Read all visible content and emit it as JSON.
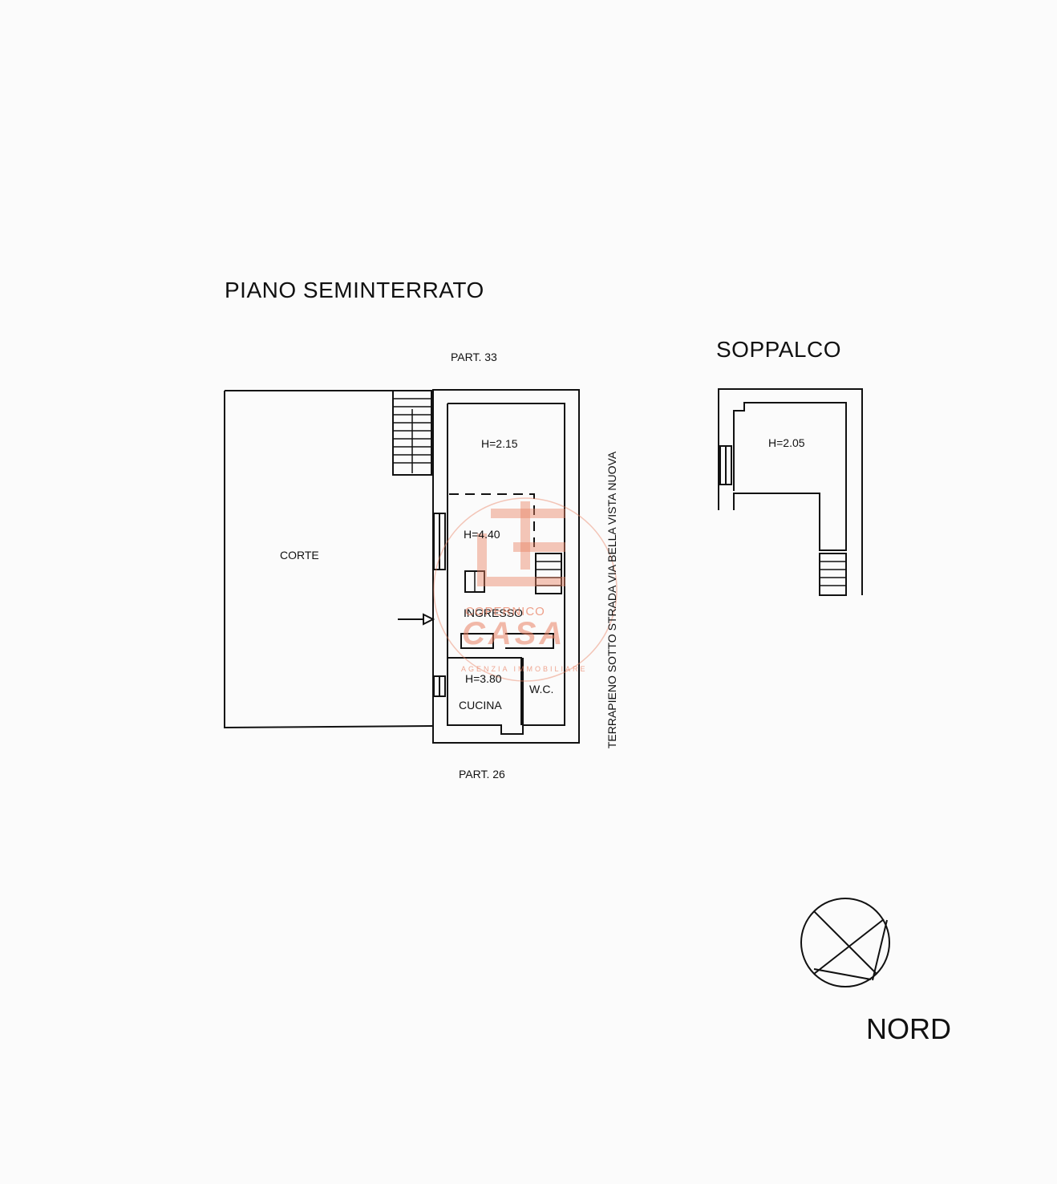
{
  "titles": {
    "ground": "PIANO SEMINTERRATO",
    "mezzanine": "SOPPALCO",
    "north": "NORD"
  },
  "labels": {
    "part_top": "PART. 33",
    "part_bottom": "PART. 26",
    "corte": "CORTE",
    "room_top_height": "H=2.15",
    "room_mid_height": "H=4.40",
    "ingresso": "INGRESSO",
    "kitchen_height": "H=3.80",
    "kitchen": "CUCINA",
    "wc": "W.C.",
    "mezz_height": "H=2.05",
    "street_side": "TERRAPIENO SOTTO STRADA VIA BELLA VISTA NUOVA"
  },
  "watermark": {
    "line1": "COPERNICO",
    "line2": "CASA",
    "line3": "AGENZIA IMMOBILIARE"
  },
  "colors": {
    "line": "#111111",
    "watermark": "#e9826a",
    "background": "#fbfbfb"
  },
  "icons": {
    "north": "compass-icon",
    "entry": "entry-arrow-icon",
    "stairs": "stairs-icon"
  }
}
